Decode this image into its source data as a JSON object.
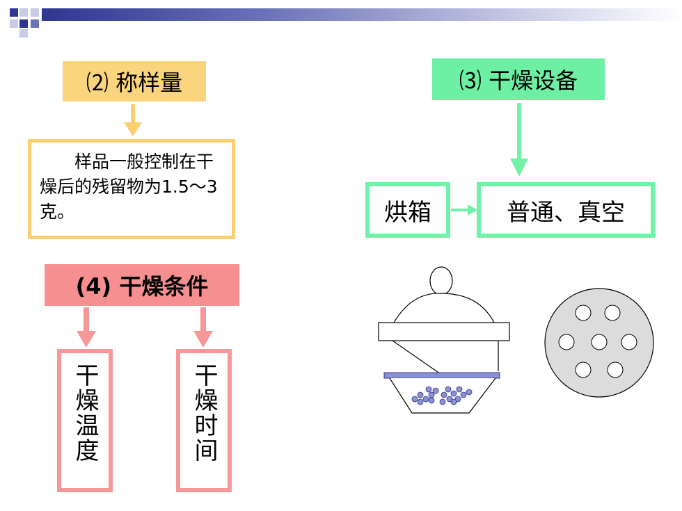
{
  "section_2": {
    "title": "⑵ 称样量",
    "text": "样品一般控制在干燥后的残留物为1.5～3克。"
  },
  "section_3": {
    "title": "⑶ 干燥设备",
    "oven": "烘箱",
    "types": "普通、真空"
  },
  "section_4": {
    "title": "(4) 干燥条件",
    "items": [
      "干燥温度",
      "干燥时间"
    ]
  },
  "colors": {
    "orange": "#fbd57e",
    "green": "#6ef0a4",
    "pink": "#f68f8f",
    "bar": "#2e3690",
    "desiccant": "#8c92cf"
  },
  "icons": [
    "desiccator-side-view",
    "desiccator-plate-top-view"
  ]
}
